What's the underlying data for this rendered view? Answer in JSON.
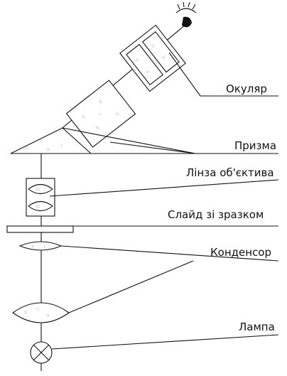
{
  "labels": {
    "eyepiece": "Окуляр",
    "prism": "Призма",
    "objective": "Лінза об'єктива",
    "slide": "Слайд зі зразком",
    "condenser": "Конденсор",
    "lamp": "Лампа"
  },
  "icons": {
    "eye": "eye-icon",
    "lamp": "lamp-cross-icon"
  },
  "colors": {
    "stroke": "#111111",
    "background": "#ffffff"
  }
}
